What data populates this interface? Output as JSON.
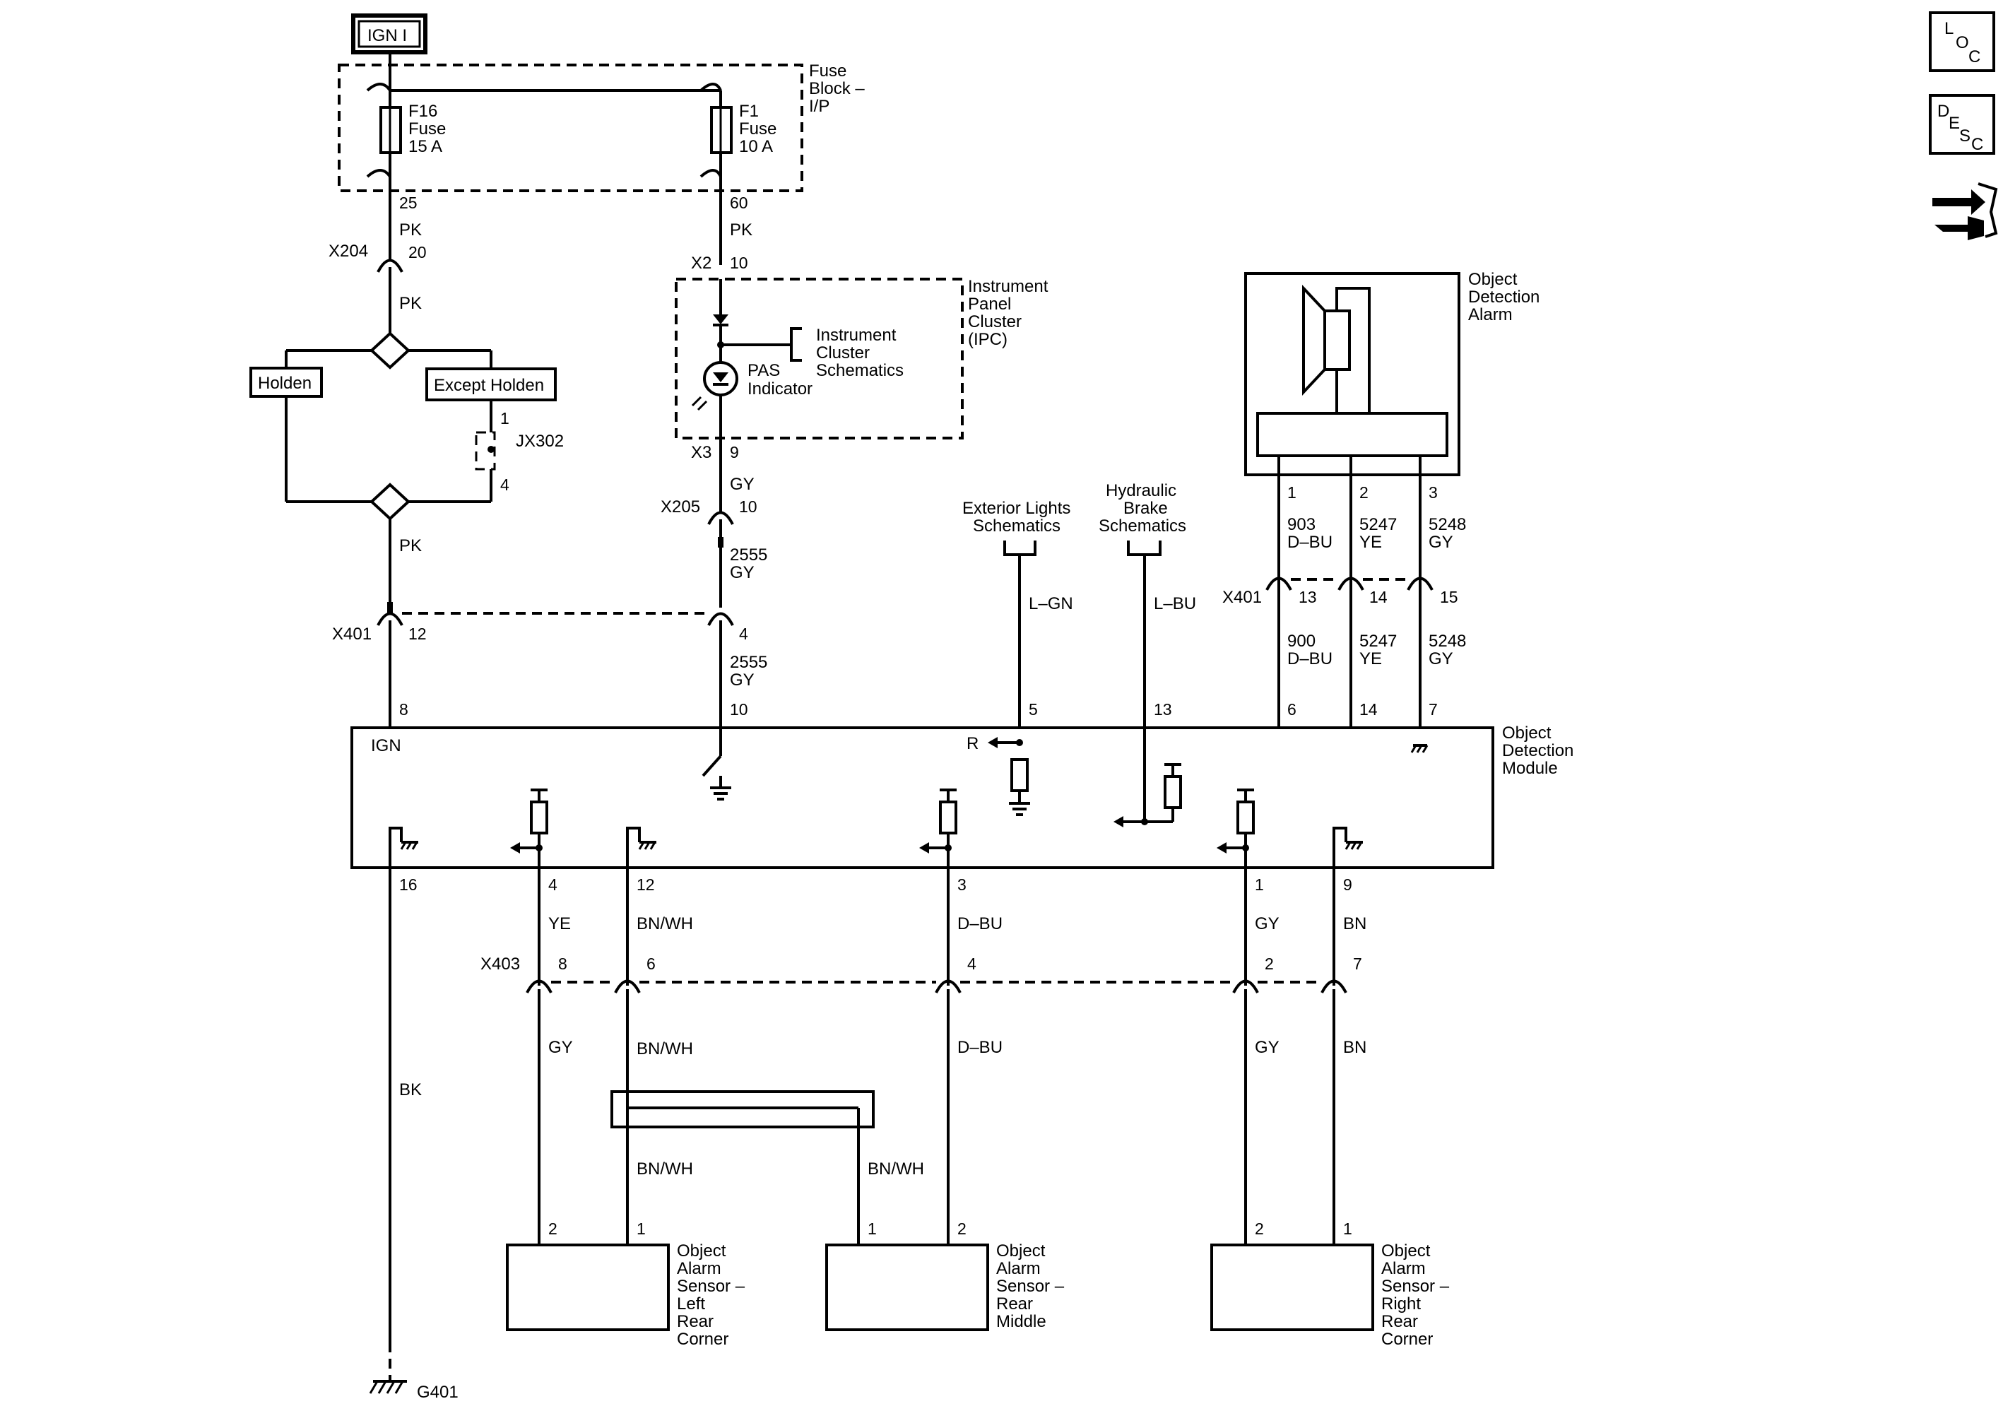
{
  "power": {
    "label": "IGN I"
  },
  "fuse_block": {
    "label": [
      "Fuse",
      "Block –",
      "I/P"
    ],
    "fuse_f16": {
      "label": [
        "F16",
        "Fuse",
        "15 A"
      ],
      "pin_out": "25"
    },
    "fuse_f1": {
      "label": [
        "F1",
        "Fuse",
        "10 A"
      ],
      "pin_out": "60"
    }
  },
  "wire_pk": "PK",
  "wire_gy": "GY",
  "x204": {
    "name": "X204",
    "pin": "20"
  },
  "holden": "Holden",
  "except_holden": "Except Holden",
  "jx302": {
    "name": "JX302",
    "pin_top": "1",
    "pin_bottom": "4"
  },
  "x2": {
    "name": "X2",
    "pin": "10"
  },
  "ipc": {
    "label": [
      "Instrument",
      "Panel",
      "Cluster",
      "(IPC)"
    ],
    "cluster_ref": [
      "Instrument",
      "Cluster",
      "Schematics"
    ],
    "pas_indicator": [
      "PAS",
      "Indicator"
    ]
  },
  "x3": {
    "name": "X3",
    "pin": "9"
  },
  "x205": {
    "name": "X205",
    "pin": "10"
  },
  "circuit_2555": {
    "number": "2555",
    "color": "GY"
  },
  "x401": {
    "name": "X401",
    "pin_left": "12",
    "pin_mid": "4",
    "pins_right": [
      "13",
      "14",
      "15"
    ]
  },
  "exterior_lights": {
    "label": [
      "Exterior Lights",
      "Schematics"
    ],
    "wire": "L–GN",
    "pin": "5"
  },
  "hydraulic_brake": {
    "label": [
      "Hydraulic",
      "Brake",
      "Schematics"
    ],
    "wire": "L–BU",
    "pin": "13"
  },
  "alarm": {
    "label": [
      "Object",
      "Detection",
      "Alarm"
    ],
    "pins": [
      "1",
      "2",
      "3"
    ],
    "circuits_top": [
      {
        "number": "903",
        "color": "D–BU"
      },
      {
        "number": "5247",
        "color": "YE"
      },
      {
        "number": "5248",
        "color": "GY"
      }
    ],
    "circuits_bottom": [
      {
        "number": "900",
        "color": "D–BU"
      },
      {
        "number": "5247",
        "color": "YE"
      },
      {
        "number": "5248",
        "color": "GY"
      }
    ],
    "module_pins": [
      "6",
      "14",
      "7"
    ]
  },
  "module": {
    "label": [
      "Object",
      "Detection",
      "Module"
    ],
    "ign": "IGN",
    "r": "R",
    "pins_top": {
      "ign": "8",
      "ipc": "10"
    },
    "pins_bottom": [
      "16",
      "4",
      "12",
      "3",
      "1",
      "9"
    ]
  },
  "lower_wires_top": [
    "YE",
    "BN/WH",
    "D–BU",
    "GY",
    "BN"
  ],
  "x403": {
    "name": "X403",
    "pins": [
      "8",
      "6",
      "4",
      "2",
      "7"
    ]
  },
  "lower_wires_bottom": [
    "GY",
    "BN/WH",
    "D–BU",
    "GY",
    "BN"
  ],
  "ground_wire": "BK",
  "ground": "G401",
  "shield_wires": [
    "BN/WH",
    "BN/WH"
  ],
  "sensors": [
    {
      "label": [
        "Object",
        "Alarm",
        "Sensor –",
        "Left",
        "Rear",
        "Corner"
      ],
      "pins": [
        "2",
        "1"
      ]
    },
    {
      "label": [
        "Object",
        "Alarm",
        "Sensor –",
        "Rear",
        "Middle"
      ],
      "pins": [
        "1",
        "2"
      ]
    },
    {
      "label": [
        "Object",
        "Alarm",
        "Sensor –",
        "Right",
        "Rear",
        "Corner"
      ],
      "pins": [
        "2",
        "1"
      ]
    }
  ],
  "icons": {
    "loc": {
      "name": "loc-icon",
      "letters": [
        "L",
        "O",
        "C"
      ]
    },
    "desc": {
      "name": "desc-icon",
      "letters": [
        "D",
        "E",
        "S",
        "C"
      ]
    },
    "connector": {
      "name": "connector-end-view-icon"
    }
  }
}
